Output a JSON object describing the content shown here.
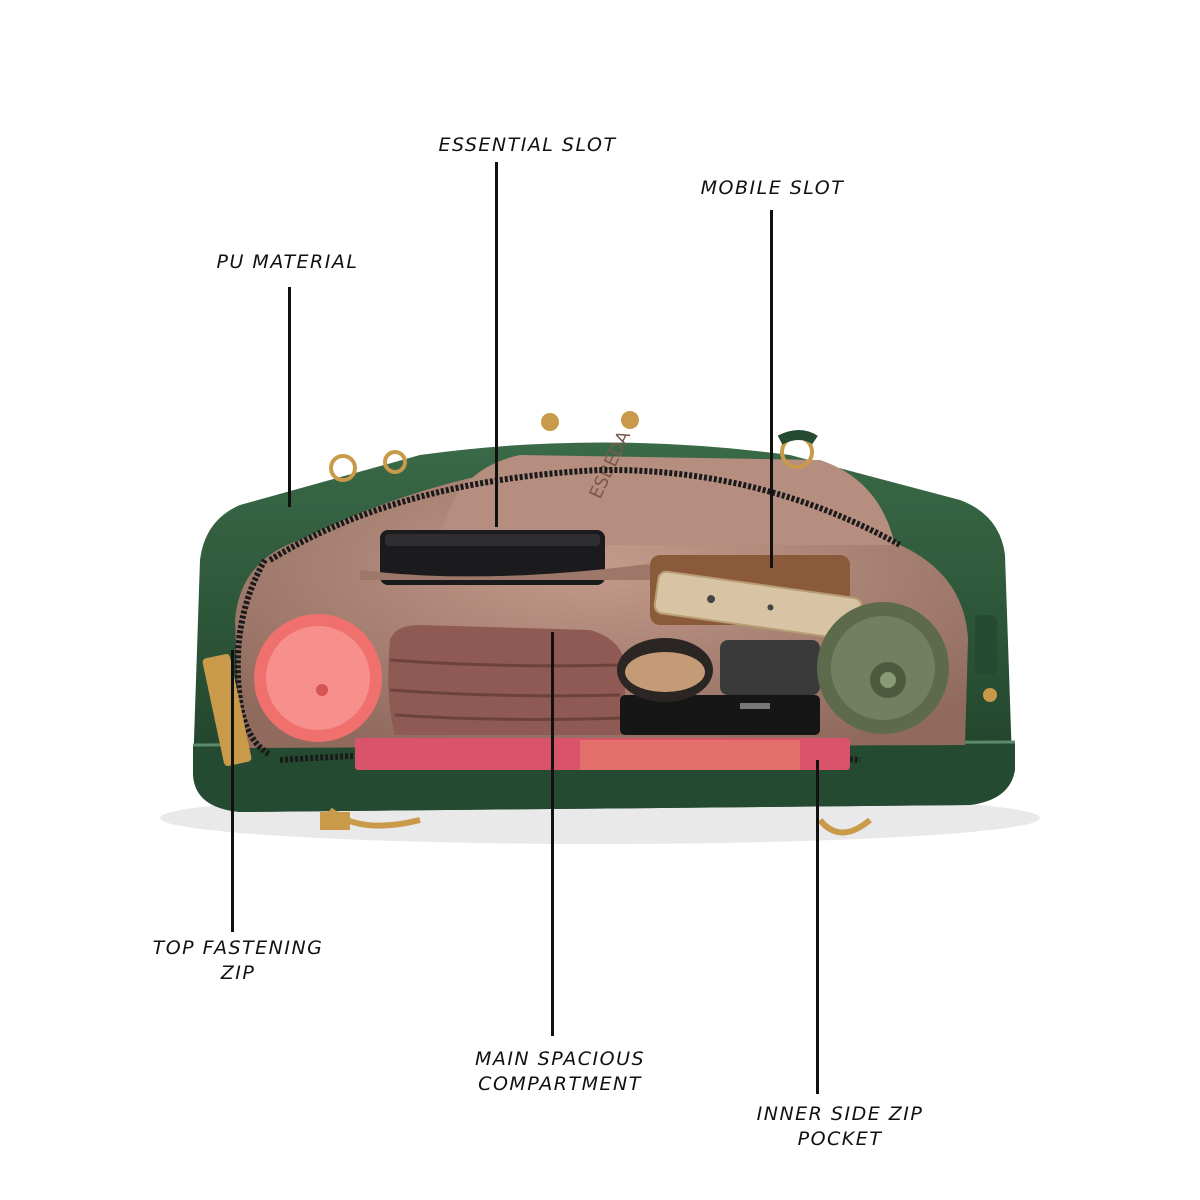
{
  "callouts": {
    "essential_slot": "ESSENTIAL SLOT",
    "mobile_slot": "MOBILE SLOT",
    "pu_material": "PU MATERIAL",
    "top_zip": {
      "line1": "TOP FASTENING",
      "line2": "ZIP"
    },
    "main_compartment": {
      "line1": "MAIN SPACIOUS",
      "line2": "COMPARTMENT"
    },
    "inner_zip_pocket": {
      "line1": "INNER SIDE ZIP",
      "line2": "POCKET"
    }
  },
  "product_photo": {
    "brand_lettering": "ESBEDA",
    "colors": {
      "bag_green": "#2d5438",
      "lining": "#a87f70",
      "gold_hardware": "#c89a4a"
    }
  }
}
